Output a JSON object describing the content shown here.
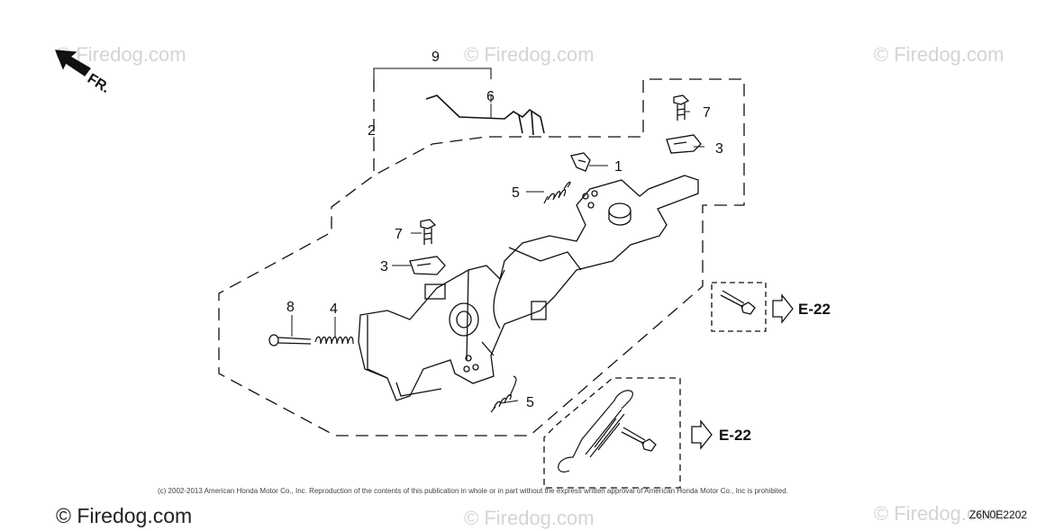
{
  "watermark": "© Firedog.com",
  "footer": {
    "copyright": "(c) 2002-2013 American Honda Motor Co., Inc. Reproduction of the contents of this publication in whole or in part without the express written approval of American Honda Motor Co., Inc is prohibited.",
    "diagram_code": "Z6N0E2202",
    "site": "© Firedog.com"
  },
  "direction_marker": "FR.",
  "callouts": {
    "c1": "1",
    "c2": "2",
    "c3a": "3",
    "c3b": "3",
    "c4": "4",
    "c5a": "5",
    "c5b": "5",
    "c6": "6",
    "c7a": "7",
    "c7b": "7",
    "c8": "8",
    "c9": "9"
  },
  "references": {
    "ref1": "E-22",
    "ref2": "E-22"
  }
}
